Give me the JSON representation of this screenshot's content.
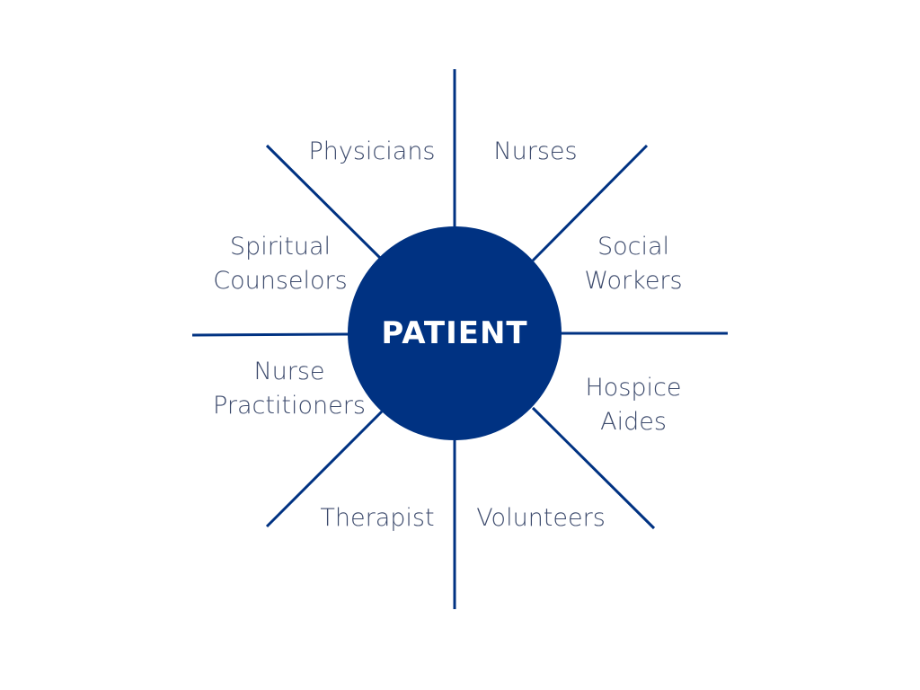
{
  "colors": {
    "accent": "#003282",
    "label": "#3c4a6c"
  },
  "center": "PATIENT",
  "labels": {
    "physicians": "Physicians",
    "nurses": "Nurses",
    "social_workers": [
      "Social",
      "Workers"
    ],
    "hospice_aides": [
      "Hospice",
      "Aides"
    ],
    "volunteers": "Volunteers",
    "therapist": "Therapist",
    "nurse_practitioners": [
      "Nurse",
      "Practitioners"
    ],
    "spiritual_counselors": [
      "Spiritual",
      "Counselors"
    ]
  }
}
